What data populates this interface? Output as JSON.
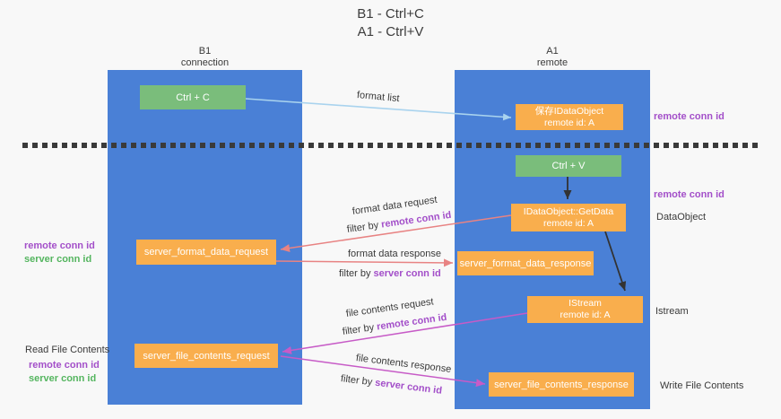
{
  "title": {
    "line1": "B1 - Ctrl+C",
    "line2": "A1 - Ctrl+V"
  },
  "columns": {
    "left": {
      "name": "B1",
      "role": "connection"
    },
    "right": {
      "name": "A1",
      "role": "remote"
    }
  },
  "nodes": {
    "ctrl_c": "Ctrl + C",
    "ctrl_v": "Ctrl + V",
    "save_idataobject": {
      "line1": "保存IDataObject",
      "line2": "remote id: A"
    },
    "getdata": {
      "line1": "IDataObject::GetData",
      "line2": "remote id: A"
    },
    "istream": {
      "line1": "IStream",
      "line2": "remote id: A"
    },
    "server_format_data_request": "server_format_data_request",
    "server_format_data_response": "server_format_data_response",
    "server_file_contents_request": "server_file_contents_request",
    "server_file_contents_response": "server_file_contents_response"
  },
  "edge_labels": {
    "format_list": "format list",
    "format_data_request": "format data request",
    "format_data_response": "format data response",
    "file_contents_request": "file contents request",
    "file_contents_response": "file contents response",
    "filter_by": "filter by",
    "remote_conn_id": "remote conn id",
    "server_conn_id": "server conn id"
  },
  "side_labels": {
    "right_top_remote_conn_id": "remote conn id",
    "right_mid_remote_conn_id": "remote conn id",
    "dataobject": "DataObject",
    "istream": "Istream",
    "write_file_contents": "Write File Contents",
    "read_file_contents": "Read File Contents",
    "left_mid": {
      "remote": "remote conn id",
      "server": "server conn id"
    },
    "left_bottom": {
      "remote": "remote conn id",
      "server": "server conn id"
    }
  },
  "colors": {
    "column_blue": "#4a80d6",
    "node_orange": "#f9ae4d",
    "node_green": "#7abd7b",
    "arrow_salmon": "#e88383",
    "arrow_magenta": "#c75bc7",
    "arrow_lightblue": "#a9d3ee",
    "arrow_black": "#333333",
    "label_purple": "#a34fc9",
    "label_green": "#54b55f"
  }
}
